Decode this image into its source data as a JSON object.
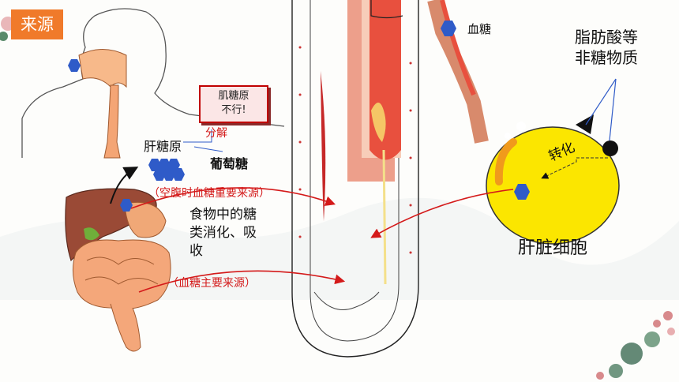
{
  "source_tag": "来源",
  "labels": {
    "blood_sugar": "血糖",
    "fatty_acids_line1": "脂肪酸等",
    "fatty_acids_line2": "非糖物质",
    "conversion": "转化",
    "liver_cell": "肝脏细胞",
    "glycogen_note_line1": "肌糖原",
    "glycogen_note_line2": "不行!",
    "decompose": "分解",
    "liver_glycogen": "肝糖原",
    "glucose": "葡萄糖",
    "fasting_source": "（空腹时血糖重要来源）",
    "food_digestion_line1": "食物中的糖",
    "food_digestion_line2": "类消化、吸",
    "food_digestion_line3": "收",
    "main_source": "（血糖主要来源）"
  },
  "colors": {
    "accent_orange": "#f07a2a",
    "glucose_blue": "#2f5bc8",
    "arrow_red": "#d41a1a",
    "liver_cell_yellow": "#fbe600"
  }
}
